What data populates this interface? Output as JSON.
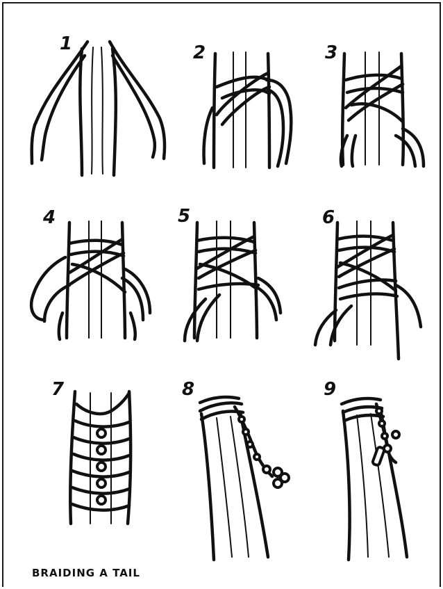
{
  "steps": [
    {
      "number": "1"
    },
    {
      "number": "2"
    },
    {
      "number": "3"
    },
    {
      "number": "4"
    },
    {
      "number": "5"
    },
    {
      "number": "6"
    },
    {
      "number": "7"
    },
    {
      "number": "8"
    },
    {
      "number": "9"
    }
  ],
  "caption": "BRAIDING A TAIL"
}
